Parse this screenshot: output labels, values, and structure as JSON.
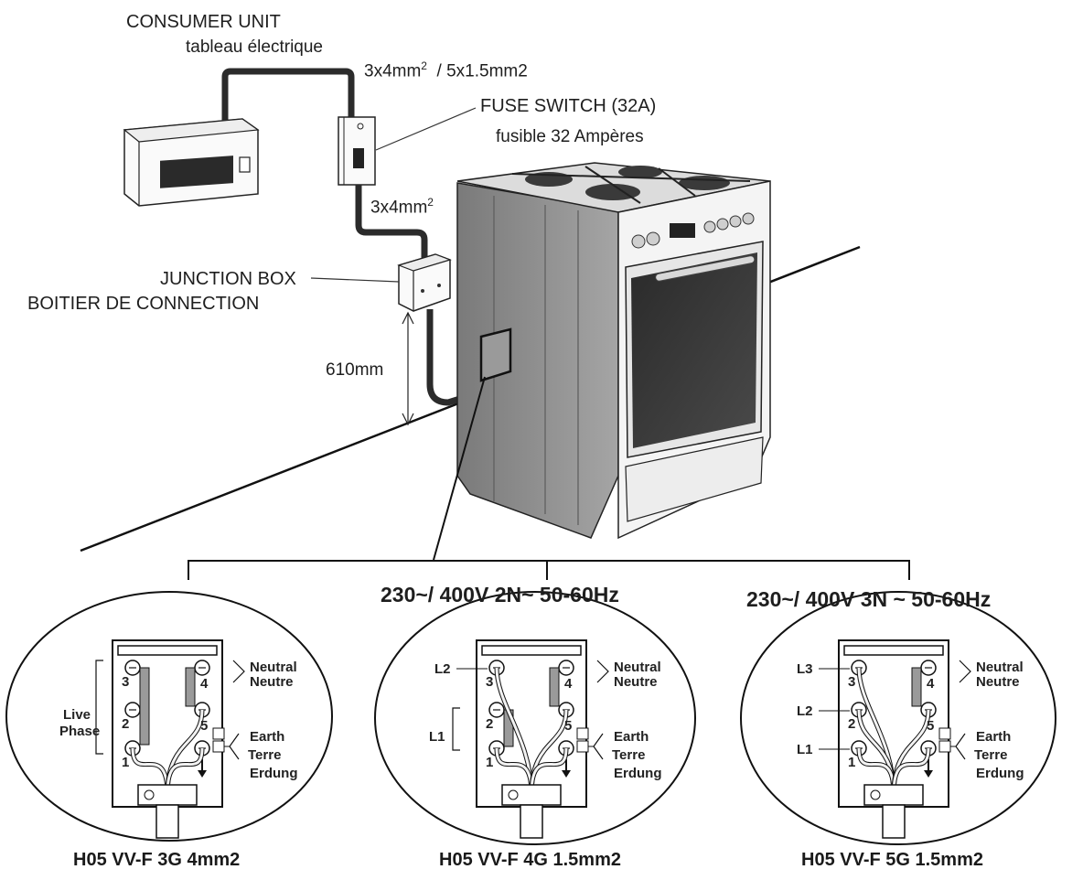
{
  "supply": {
    "consumer_unit": "CONSUMER UNIT",
    "consumer_unit_fr": "tableau électrique",
    "cable_upstream": "3x4mm",
    "cable_upstream_sup": "2",
    "cable_upstream_alt": "/ 5x1.5mm2",
    "fuse_switch": "FUSE SWITCH (32A)",
    "fuse_switch_fr": "fusible 32 Ampères",
    "cable_downstream": "3x4mm",
    "cable_downstream_sup": "2",
    "junction_box": "JUNCTION BOX",
    "junction_box_fr": "BOITIER DE CONNECTION",
    "height": "610mm"
  },
  "voltages": {
    "left": "230~/ 400V 2N~   50-60Hz",
    "right": "230~/ 400V 3N ~  50-60Hz"
  },
  "wiring": {
    "neutral": "Neutral",
    "neutral_fr": "Neutre",
    "earth": "Earth",
    "earth_fr": "Terre",
    "earth_de": "Erdung",
    "live": "Live",
    "live_fr": "Phase",
    "l1": "L1",
    "l2": "L2",
    "l3": "L3",
    "terminals": [
      "1",
      "2",
      "3",
      "4",
      "5"
    ],
    "cables": [
      "H05 VV-F 3G 4mm2",
      "H05 VV-F 4G 1.5mm2",
      "H05 VV-F 5G 1.5mm2"
    ]
  }
}
